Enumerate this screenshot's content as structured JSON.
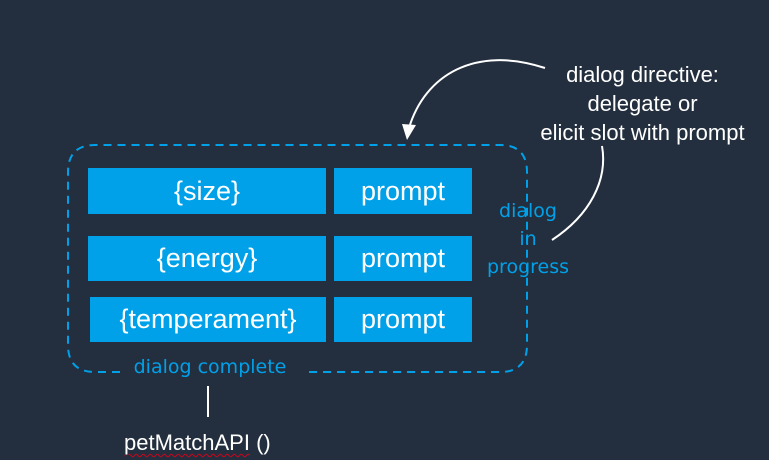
{
  "slots": [
    {
      "name": "{size}",
      "prompt": "prompt"
    },
    {
      "name": "{energy}",
      "prompt": "prompt"
    },
    {
      "name": "{temperament}",
      "prompt": "prompt"
    }
  ],
  "dialog_in_progress": [
    "dialog",
    "in",
    "progress"
  ],
  "dialog_complete": "dialog complete",
  "directive": [
    "dialog directive:",
    "delegate or",
    "elicit slot with prompt"
  ],
  "api_call": {
    "name": "petMatchAPI",
    "args": " ()"
  },
  "colors": {
    "background": "#232f3e",
    "accent": "#00a1e9",
    "text": "#ffffff"
  }
}
